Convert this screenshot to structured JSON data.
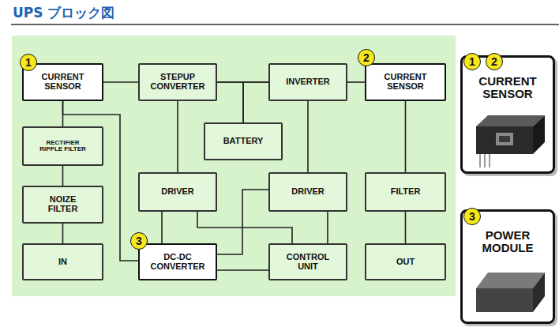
{
  "diagram": {
    "title": "UPS ブロック図",
    "nodes": [
      {
        "text": [
          "CURRENT SENSOR"
        ]
      },
      {
        "text": [
          "STEPUP CONVERTER"
        ]
      },
      {
        "text": [
          "INVERTER"
        ]
      },
      {
        "text": [
          "CURRENT SENSOR"
        ]
      },
      {
        "text": [
          "RECTIFIER RIPPLE FILTER"
        ]
      },
      {
        "text": [
          "BATTERY"
        ]
      },
      {
        "text": [
          "NOIZE FILTER"
        ]
      },
      {
        "text": [
          "DRIVER"
        ]
      },
      {
        "text": [
          "DRIVER"
        ]
      },
      {
        "text": [
          "FILTER"
        ]
      },
      {
        "text": [
          "IN"
        ]
      },
      {
        "text": [
          "DC-DC CONVERTER"
        ]
      },
      {
        "text": [
          "CONTROL UNIT"
        ]
      },
      {
        "text": [
          "OUT"
        ]
      },
      {
        "text": [
          "CURRENT SENSOR"
        ]
      },
      {
        "text": [
          "POWER MODULE"
        ]
      }
    ],
    "edges": [
      {
        "from": 0,
        "to": 1,
        "arrow": "none"
      },
      {
        "from": 1,
        "to": 2,
        "arrow": "none"
      },
      {
        "from": 2,
        "to": 3,
        "arrow": "none"
      },
      {
        "from": 5,
        "to": 1,
        "arrow": "none"
      },
      {
        "from": 5,
        "to": 2,
        "arrow": "none"
      },
      {
        "from": 0,
        "to": 4,
        "arrow": "none"
      },
      {
        "from": 4,
        "to": 6,
        "arrow": "none"
      },
      {
        "from": 6,
        "to": 10,
        "arrow": "none"
      },
      {
        "from": 1,
        "to": 7,
        "arrow": "none"
      },
      {
        "from": 2,
        "to": 8,
        "arrow": "none"
      },
      {
        "from": 3,
        "to": 9,
        "arrow": "none"
      },
      {
        "from": 9,
        "to": 13,
        "arrow": "none"
      },
      {
        "from": 0,
        "to": 11,
        "arrow": "none"
      },
      {
        "from": 7,
        "to": 11,
        "arrow": "none"
      },
      {
        "from": 7,
        "to": 12,
        "arrow": "none"
      },
      {
        "from": 8,
        "to": 12,
        "arrow": "none"
      },
      {
        "from": 8,
        "to": 11,
        "arrow": "none"
      },
      {
        "from": 11,
        "to": 12,
        "arrow": "none"
      }
    ],
    "labels": [
      "1",
      "2",
      "1",
      "2",
      "3",
      "3"
    ]
  }
}
